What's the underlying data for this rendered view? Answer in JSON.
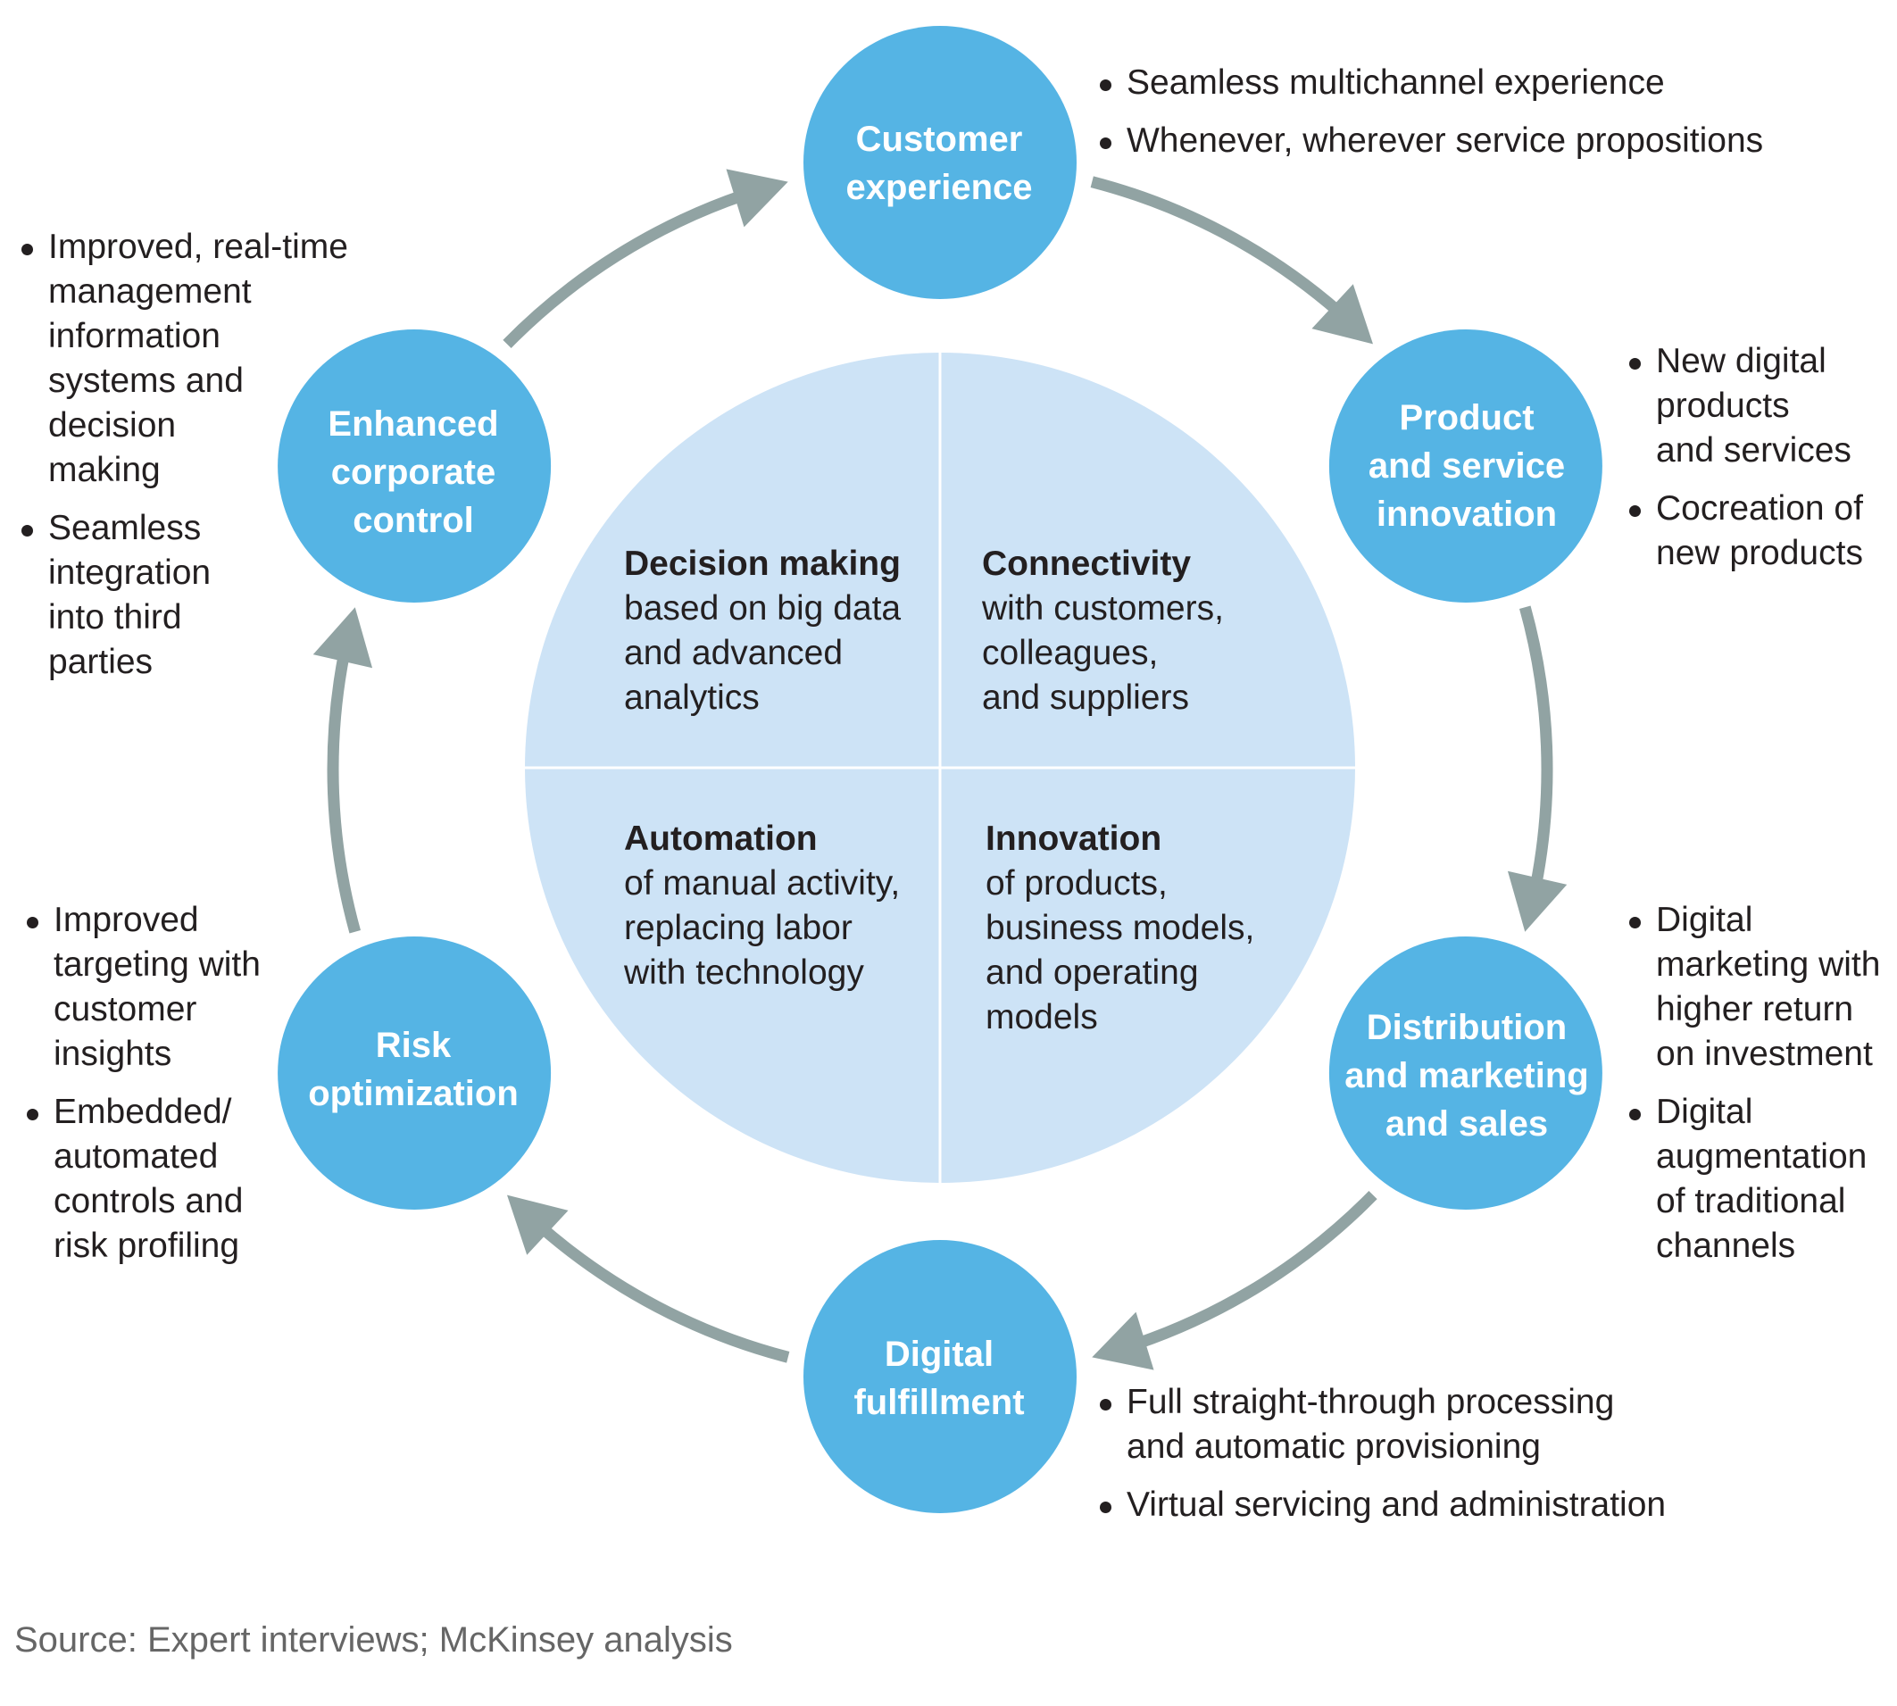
{
  "colors": {
    "node_fill": "#55B4E4",
    "center_fill": "#CDE3F6",
    "divider": "#ffffff",
    "arrow": "#91A3A3",
    "text": "#231f20",
    "source_text": "#666666"
  },
  "nodes": [
    {
      "id": "customer-experience",
      "lines": [
        "Customer",
        "experience"
      ],
      "bullets": [
        [
          "Seamless multichannel experience"
        ],
        [
          "Whenever, wherever service propositions"
        ]
      ]
    },
    {
      "id": "product-service-innovation",
      "lines": [
        "Product",
        "and service",
        "innovation"
      ],
      "bullets": [
        [
          "New digital",
          "products",
          "and services"
        ],
        [
          "Cocreation of",
          "new products"
        ]
      ]
    },
    {
      "id": "distribution-marketing-sales",
      "lines": [
        "Distribution",
        "and marketing",
        "and sales"
      ],
      "bullets": [
        [
          "Digital",
          "marketing with",
          "higher return",
          "on investment"
        ],
        [
          "Digital",
          "augmentation",
          "of traditional",
          "channels"
        ]
      ]
    },
    {
      "id": "digital-fulfillment",
      "lines": [
        "Digital",
        "fulfillment"
      ],
      "bullets": [
        [
          "Full straight-through processing",
          "and automatic provisioning"
        ],
        [
          "Virtual servicing and administration"
        ]
      ]
    },
    {
      "id": "risk-optimization",
      "lines": [
        "Risk",
        "optimization"
      ],
      "bullets": [
        [
          "Improved",
          "targeting with",
          "customer",
          "insights"
        ],
        [
          "Embedded/",
          "automated",
          "controls and",
          "risk profiling"
        ]
      ]
    },
    {
      "id": "enhanced-corporate-control",
      "lines": [
        "Enhanced",
        "corporate",
        "control"
      ],
      "bullets": [
        [
          "Improved, real-time",
          "management",
          "information",
          "systems and",
          "decision",
          "making"
        ],
        [
          "Seamless",
          "integration",
          "into third",
          "parties"
        ]
      ]
    }
  ],
  "quadrants": [
    {
      "id": "decision-making",
      "title": "Decision making",
      "lines": [
        "based on big data",
        "and advanced",
        "analytics"
      ]
    },
    {
      "id": "connectivity",
      "title": "Connectivity",
      "lines": [
        "with customers,",
        "colleagues,",
        "and suppliers"
      ]
    },
    {
      "id": "automation",
      "title": "Automation",
      "lines": [
        "of manual activity,",
        "replacing labor",
        "with technology"
      ]
    },
    {
      "id": "innovation",
      "title": "Innovation",
      "lines": [
        "of products,",
        "business models,",
        "and operating",
        "models"
      ]
    }
  ],
  "flow_direction": "clockwise",
  "source": "Source: Expert interviews; McKinsey analysis"
}
